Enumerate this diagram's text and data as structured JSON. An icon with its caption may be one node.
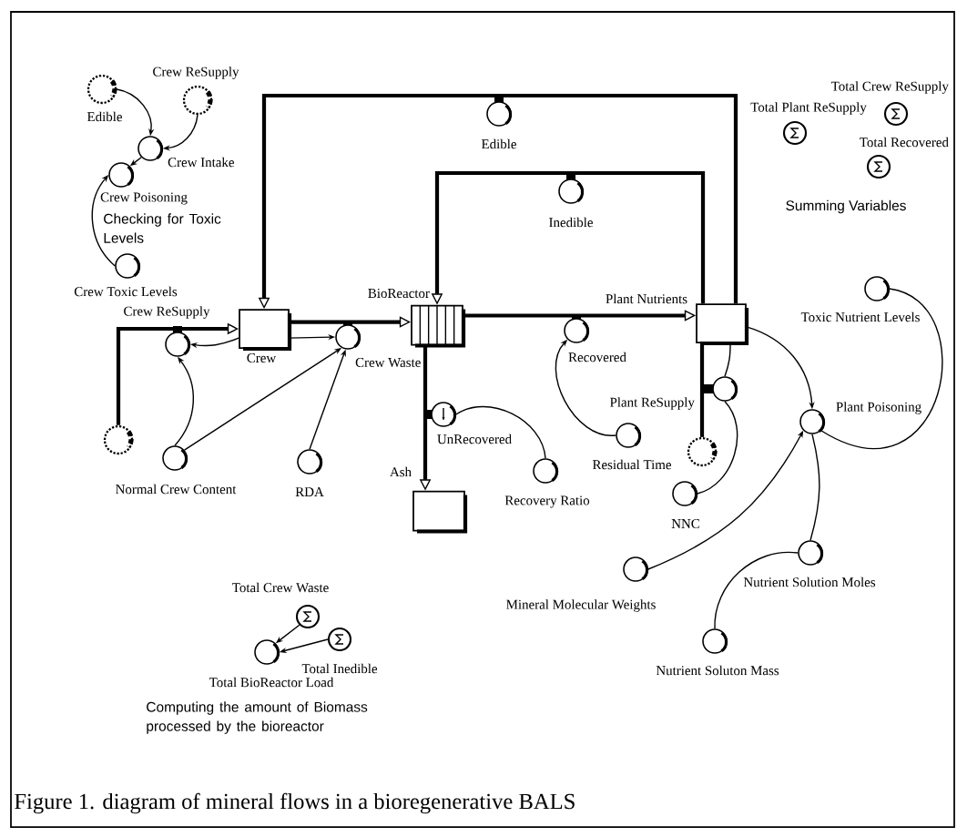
{
  "diagram": {
    "caption": "Figure 1. diagram of mineral flows in a bioregenerative BALS",
    "nodes": [
      {
        "text": [
          "Edible"
        ]
      },
      {
        "text": [
          "Crew ReSupply"
        ]
      },
      {
        "text": [
          "Crew Intake"
        ]
      },
      {
        "text": [
          "Crew Poisoning"
        ]
      },
      {
        "text": [
          "Crew Toxic Levels"
        ]
      },
      {
        "text": [],
        "shape": "cloud"
      },
      {
        "text": [
          "Crew ReSupply"
        ]
      },
      {
        "text": [
          "Crew"
        ]
      },
      {
        "text": [
          "Crew Waste"
        ]
      },
      {
        "text": [
          "Normal Crew Content"
        ]
      },
      {
        "text": [
          "RDA"
        ]
      },
      {
        "text": [
          "BioReactor"
        ]
      },
      {
        "text": [
          "Edible"
        ]
      },
      {
        "text": [
          "Inedible"
        ]
      },
      {
        "text": [
          "Recovered"
        ]
      },
      {
        "text": [
          "Plant Nutrients"
        ]
      },
      {
        "text": [
          "UnRecovered"
        ]
      },
      {
        "text": [
          "Residual Time"
        ]
      },
      {
        "text": [
          "Recovery Ratio"
        ]
      },
      {
        "text": [
          "Ash"
        ]
      },
      {
        "text": [
          "Plant ReSupply"
        ]
      },
      {
        "text": [],
        "shape": "cloud"
      },
      {
        "text": [
          "NNC"
        ]
      },
      {
        "text": [
          "Toxic Nutrient Levels"
        ]
      },
      {
        "text": [
          "Plant Poisoning"
        ]
      },
      {
        "text": [
          "Mineral Molecular Weights"
        ]
      },
      {
        "text": [
          "Nutrient Solution Moles"
        ]
      },
      {
        "text": [
          "Nutrient Soluton Mass"
        ]
      },
      {
        "text": [
          "Total Plant ReSupply"
        ]
      },
      {
        "text": [
          "Total Crew ReSupply"
        ]
      },
      {
        "text": [
          "Total Recovered"
        ]
      },
      {
        "text": [
          "Total Crew Waste"
        ]
      },
      {
        "text": [
          "Total Inedible"
        ]
      },
      {
        "text": [
          "Total BioReactor Load"
        ]
      }
    ],
    "edges": [
      {
        "from": 0,
        "to": 2,
        "arrow": "to"
      },
      {
        "from": 1,
        "to": 2,
        "arrow": "to"
      },
      {
        "from": 2,
        "to": 3,
        "arrow": "to"
      },
      {
        "from": 4,
        "to": 3,
        "arrow": "to"
      },
      {
        "from": 5,
        "to": 7,
        "arrow": "to",
        "style": "thick"
      },
      {
        "from": 7,
        "to": 6,
        "arrow": "to"
      },
      {
        "from": 9,
        "to": 6,
        "arrow": "to"
      },
      {
        "from": 7,
        "to": 8,
        "arrow": "to"
      },
      {
        "from": 9,
        "to": 8,
        "arrow": "to"
      },
      {
        "from": 10,
        "to": 8,
        "arrow": "to"
      },
      {
        "from": 7,
        "to": 11,
        "arrow": "to",
        "style": "thick"
      },
      {
        "from": 15,
        "to": 7,
        "arrow": "to",
        "style": "thick"
      },
      {
        "from": 15,
        "to": 11,
        "arrow": "to",
        "style": "thick"
      },
      {
        "from": 11,
        "to": 15,
        "arrow": "to",
        "style": "thick"
      },
      {
        "from": 11,
        "to": 19,
        "arrow": "to",
        "style": "thick"
      },
      {
        "from": 18,
        "to": 16,
        "arrow": "none"
      },
      {
        "from": 17,
        "to": 14,
        "arrow": "to"
      },
      {
        "from": 21,
        "to": 15,
        "arrow": "none",
        "style": "thick"
      },
      {
        "from": 15,
        "to": 20,
        "arrow": "none"
      },
      {
        "from": 22,
        "to": 20,
        "arrow": "none"
      },
      {
        "from": 15,
        "to": 24,
        "arrow": "to"
      },
      {
        "from": 23,
        "to": 24,
        "arrow": "none"
      },
      {
        "from": 25,
        "to": 24,
        "arrow": "to"
      },
      {
        "from": 26,
        "to": 24,
        "arrow": "none"
      },
      {
        "from": 27,
        "to": 26,
        "arrow": "none"
      },
      {
        "from": 31,
        "to": 33,
        "arrow": "to"
      },
      {
        "from": 32,
        "to": 33,
        "arrow": "to"
      }
    ],
    "labels": [
      "Checking for Toxic Levels",
      "Summing Variables",
      "Computing the amount of Biomass processed by the bioreactor"
    ]
  }
}
